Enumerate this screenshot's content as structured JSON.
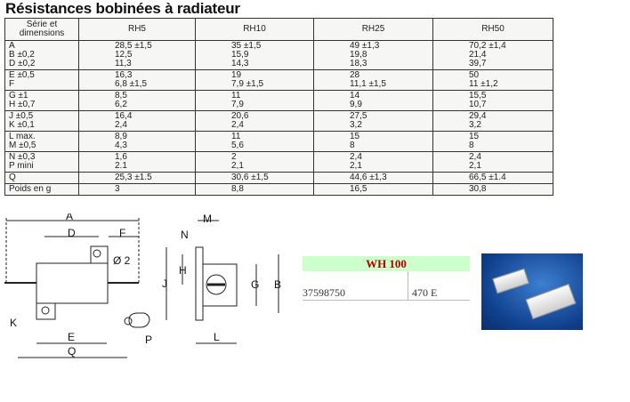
{
  "title": "Résistances bobinées à radiateur",
  "spec_table": {
    "headers": [
      "Série et\ndimensions",
      "RH5",
      "RH10",
      "RH25",
      "RH50"
    ],
    "rows": [
      {
        "label": "A\nB ±0,2\nD ±0,2",
        "values": [
          "28,5 ±1,5\n12,5\n11,3",
          "35 ±1,5\n15,9\n14,3",
          "49 ±1,3\n19,8\n18,3",
          "70,2 ±1,4\n21,4\n39,7"
        ]
      },
      {
        "label": "E ±0,5\nF",
        "values": [
          "16,3\n6,8 ±1,5",
          "19\n7,9 ±1,5",
          "28\n11,1 ±1,5",
          "50\n11 ±1,2"
        ]
      },
      {
        "label": "G ±1\nH ±0,7",
        "values": [
          "8,5\n6,2",
          "11\n7,9",
          "14\n9,9",
          "15,5\n10,7"
        ]
      },
      {
        "label": "J ±0,5\nK ±0,1",
        "values": [
          "16,4\n2,4",
          "20,6\n2,4",
          "27,5\n3,2",
          "29,4\n3,2"
        ]
      },
      {
        "label": "L max.\nM ±0,5",
        "values": [
          "8,9\n4,3",
          "11\n5,6",
          "15\n8",
          "15\n8"
        ]
      },
      {
        "label": "N ±0,3\nP mini",
        "values": [
          "1,6\n2.1",
          "2\n2,1",
          "2,4\n2,1",
          "2,4\n2,1"
        ]
      },
      {
        "label": "Q",
        "values": [
          "25,3 ±1.5",
          "30,6 ±1,5",
          "44,6 ±1,3",
          "66,5 ±1.4"
        ]
      },
      {
        "label": "Poids en g",
        "values": [
          "3",
          "8,8",
          "16,5",
          "30,8"
        ]
      }
    ]
  },
  "drawing_labels": {
    "A": "A",
    "D": "D",
    "F": "F",
    "dia": "Ø 2",
    "K": "K",
    "E": "E",
    "Q": "Q",
    "P": "P",
    "M": "M",
    "N": "N",
    "H": "H",
    "J": "J",
    "G": "G",
    "B": "B",
    "L": "L"
  },
  "product": {
    "name": "WH 100",
    "ref": "37598750",
    "value": "470 E"
  }
}
